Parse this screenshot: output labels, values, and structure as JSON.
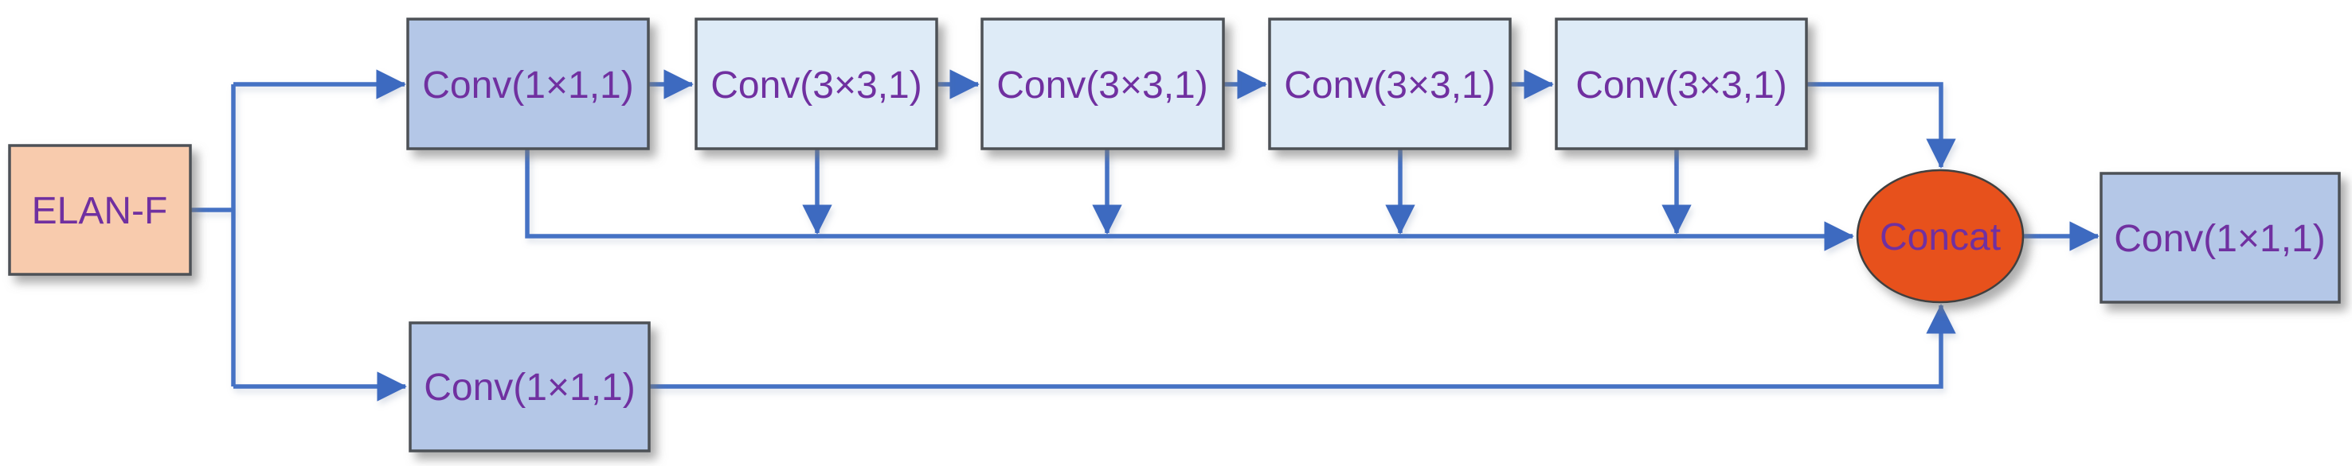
{
  "diagram": {
    "nodes": {
      "elan_f": {
        "label": "ELAN-F"
      },
      "conv_1x1_top": {
        "label": "Conv(1×1,1)"
      },
      "conv_3x3_1": {
        "label": "Conv(3×3,1)"
      },
      "conv_3x3_2": {
        "label": "Conv(3×3,1)"
      },
      "conv_3x3_3": {
        "label": "Conv(3×3,1)"
      },
      "conv_3x3_4": {
        "label": "Conv(3×3,1)"
      },
      "conv_1x1_bottom": {
        "label": "Conv(1×1,1)"
      },
      "concat": {
        "label": "Concat"
      },
      "conv_1x1_out": {
        "label": "Conv(1×1,1)"
      }
    },
    "edges": [
      {
        "from": "elan_f",
        "to": "conv_1x1_top"
      },
      {
        "from": "elan_f",
        "to": "conv_1x1_bottom"
      },
      {
        "from": "conv_1x1_top",
        "to": "conv_3x3_1"
      },
      {
        "from": "conv_3x3_1",
        "to": "conv_3x3_2"
      },
      {
        "from": "conv_3x3_2",
        "to": "conv_3x3_3"
      },
      {
        "from": "conv_3x3_3",
        "to": "conv_3x3_4"
      },
      {
        "from": "conv_1x1_top",
        "to": "concat"
      },
      {
        "from": "conv_3x3_1",
        "to": "concat"
      },
      {
        "from": "conv_3x3_2",
        "to": "concat"
      },
      {
        "from": "conv_3x3_3",
        "to": "concat"
      },
      {
        "from": "conv_3x3_4",
        "to": "concat"
      },
      {
        "from": "conv_1x1_bottom",
        "to": "concat"
      },
      {
        "from": "concat",
        "to": "conv_1x1_out"
      }
    ],
    "colors": {
      "connector_blue": "#4472C4",
      "arrowhead_blue": "#3E6BC0",
      "fill_medium_blue": "#B4C7E7",
      "fill_light_blue": "#DEEBF7",
      "fill_peach": "#F8CBAD",
      "fill_orange": "#E7511D",
      "label_purple": "#7030A0",
      "border_gray": "#4D5156",
      "border_dark": "#3F3F3F"
    }
  }
}
